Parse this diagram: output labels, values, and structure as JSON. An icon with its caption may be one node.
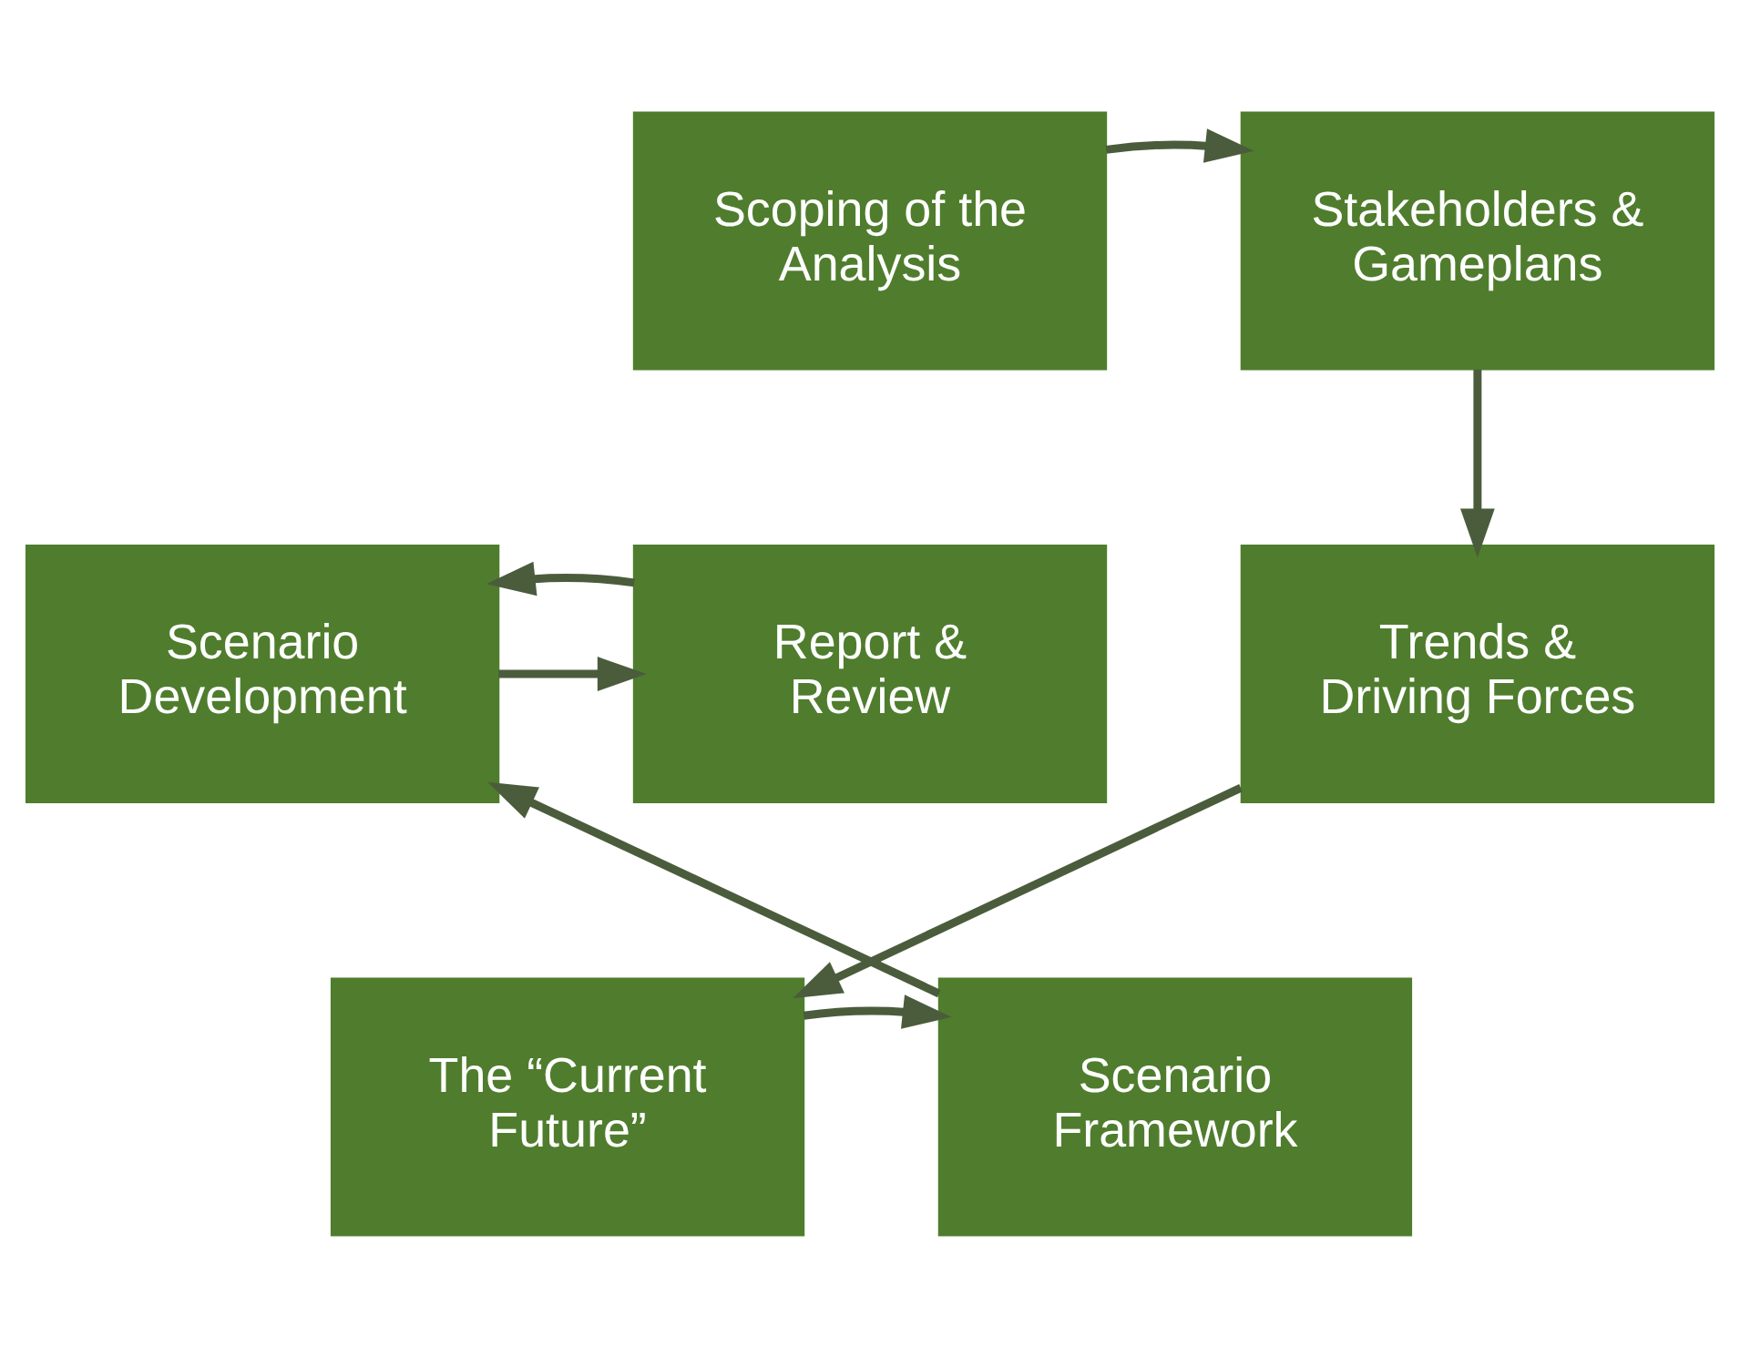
{
  "diagram": {
    "nodes": [
      {
        "text": [
          "Scoping of the Analysis"
        ]
      },
      {
        "text": [
          "Stakeholders & Gameplans"
        ]
      },
      {
        "text": [
          "Trends & Driving Forces"
        ]
      },
      {
        "text": [
          "The “Current Future”"
        ]
      },
      {
        "text": [
          "Scenario Framework"
        ]
      },
      {
        "text": [
          "Scenario Development"
        ]
      },
      {
        "text": [
          "Report & Review"
        ]
      }
    ],
    "edges": [
      {
        "from": 0,
        "to": 1,
        "arrow": "to"
      },
      {
        "from": 1,
        "to": 2,
        "arrow": "to"
      },
      {
        "from": 2,
        "to": 3,
        "arrow": "to"
      },
      {
        "from": 3,
        "to": 4,
        "arrow": "to"
      },
      {
        "from": 4,
        "to": 5,
        "arrow": "to"
      },
      {
        "from": 5,
        "to": 6,
        "arrow": "to"
      },
      {
        "from": 6,
        "to": 5,
        "arrow": "to"
      }
    ]
  }
}
